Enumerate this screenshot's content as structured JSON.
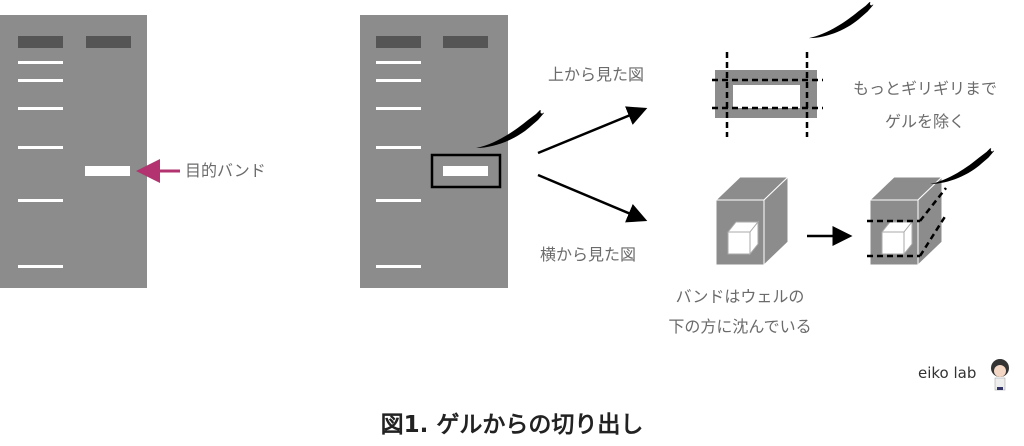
{
  "labels": {
    "target_band": "目的バンド",
    "top_view": "上から見た図",
    "side_view": "横から見た図",
    "trim_line1": "もっとギリギリまで",
    "trim_line2": "ゲルを除く",
    "sink_line1": "バンドはウェルの",
    "sink_line2": "下の方に沈んでいる"
  },
  "logo": "eiko lab",
  "caption": "図1. ゲルからの切り出し",
  "colors": {
    "gel": "#8c8c8c",
    "well": "#555555",
    "arrow_accent": "#b2336f"
  }
}
